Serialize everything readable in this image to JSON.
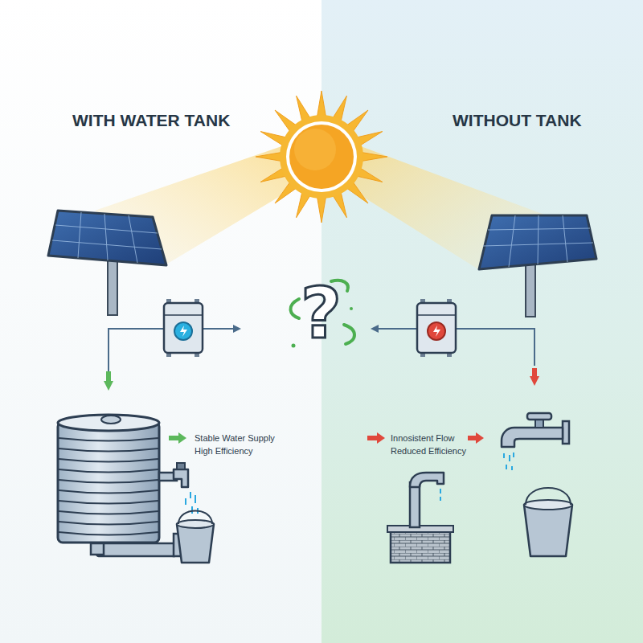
{
  "diagram": {
    "labels": [
      "WITH WATER TANK",
      "WITHOUT TANK",
      "?",
      "Stable Water Supply",
      "High Efficiency",
      "Innosistent Flow",
      "Reduced Efficiency"
    ]
  }
}
